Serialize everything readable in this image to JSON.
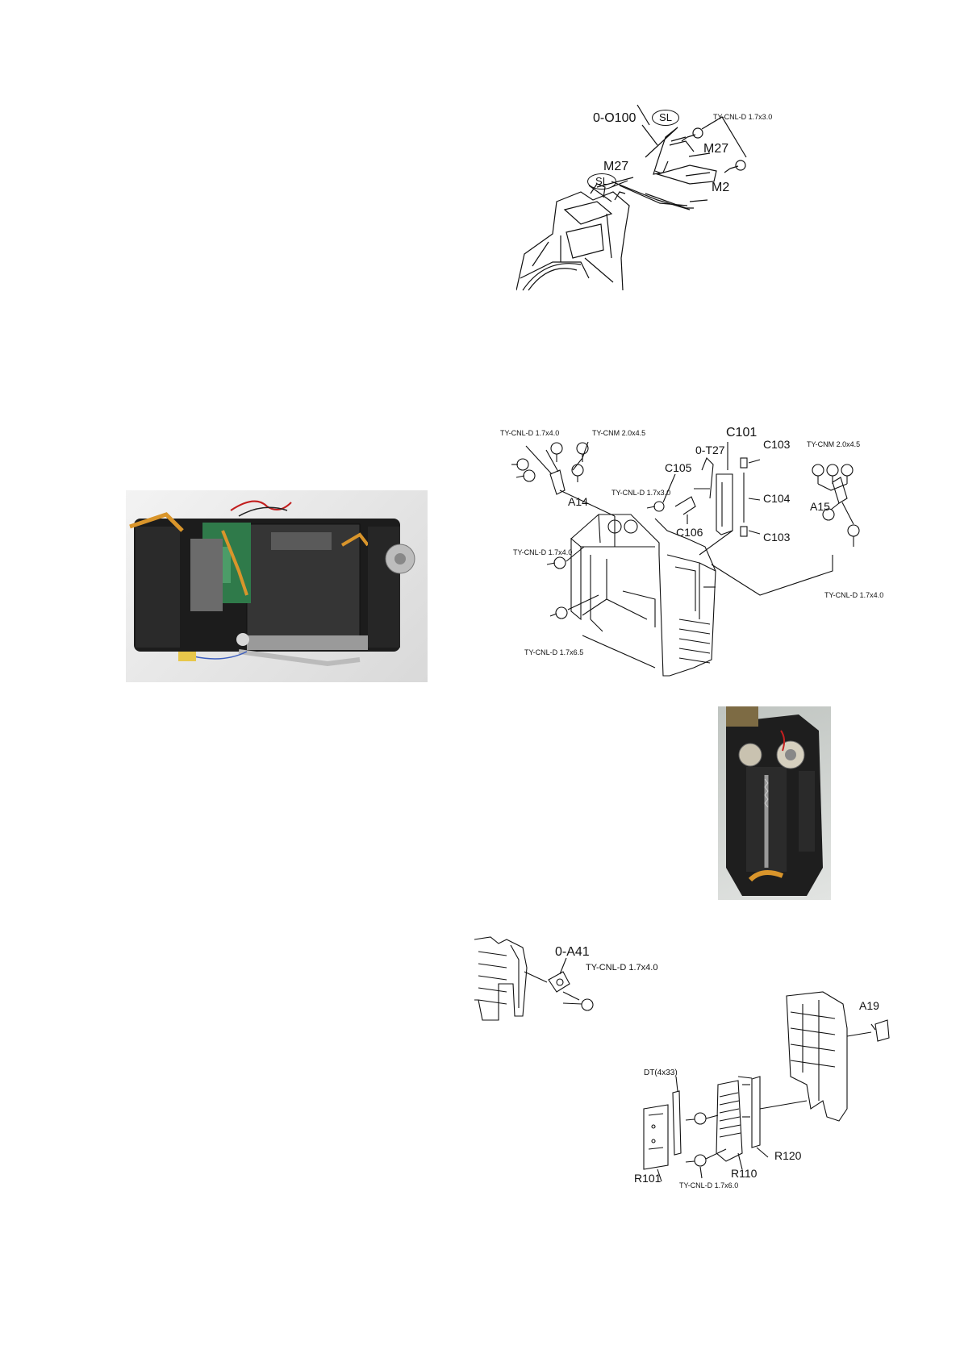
{
  "diagram_top": {
    "labels": {
      "part_o100": "0-O100",
      "sl_a": "SL",
      "sl_b": "SL",
      "screw": "TY-CNL-D 1.7x3.0",
      "m27_right": "M27",
      "m27_left": "M27",
      "m2": "M2"
    }
  },
  "diagram_mid": {
    "labels": {
      "screw_17x40_top": "TY-CNL-D 1.7x4.0",
      "screw_cnm_left": "TY-CNM 2.0x4.5",
      "c101": "C101",
      "t27": "0-T27",
      "c103_top": "C103",
      "screw_cnm_right": "TY-CNM 2.0x4.5",
      "c105": "C105",
      "screw_17x30": "TY-CNL-D 1.7x3.0",
      "c104": "C104",
      "a14": "A14",
      "a15": "A15",
      "c106": "C106",
      "c103_bottom": "C103",
      "screw_17x40_left": "TY-CNL-D 1.7x4.0",
      "screw_17x40_right": "TY-CNL-D 1.7x4.0",
      "screw_17x65": "TY-CNL-D 1.7x6.5"
    }
  },
  "diagram_bottom": {
    "labels": {
      "a41": "0-A41",
      "screw_17x40": "TY-CNL-D 1.7x4.0",
      "a19": "A19",
      "dt": "DT(4x33)",
      "r101": "R101",
      "r110": "R110",
      "r120": "R120",
      "screw_17x60": "TY-CNL-D 1.7x6.0"
    }
  }
}
